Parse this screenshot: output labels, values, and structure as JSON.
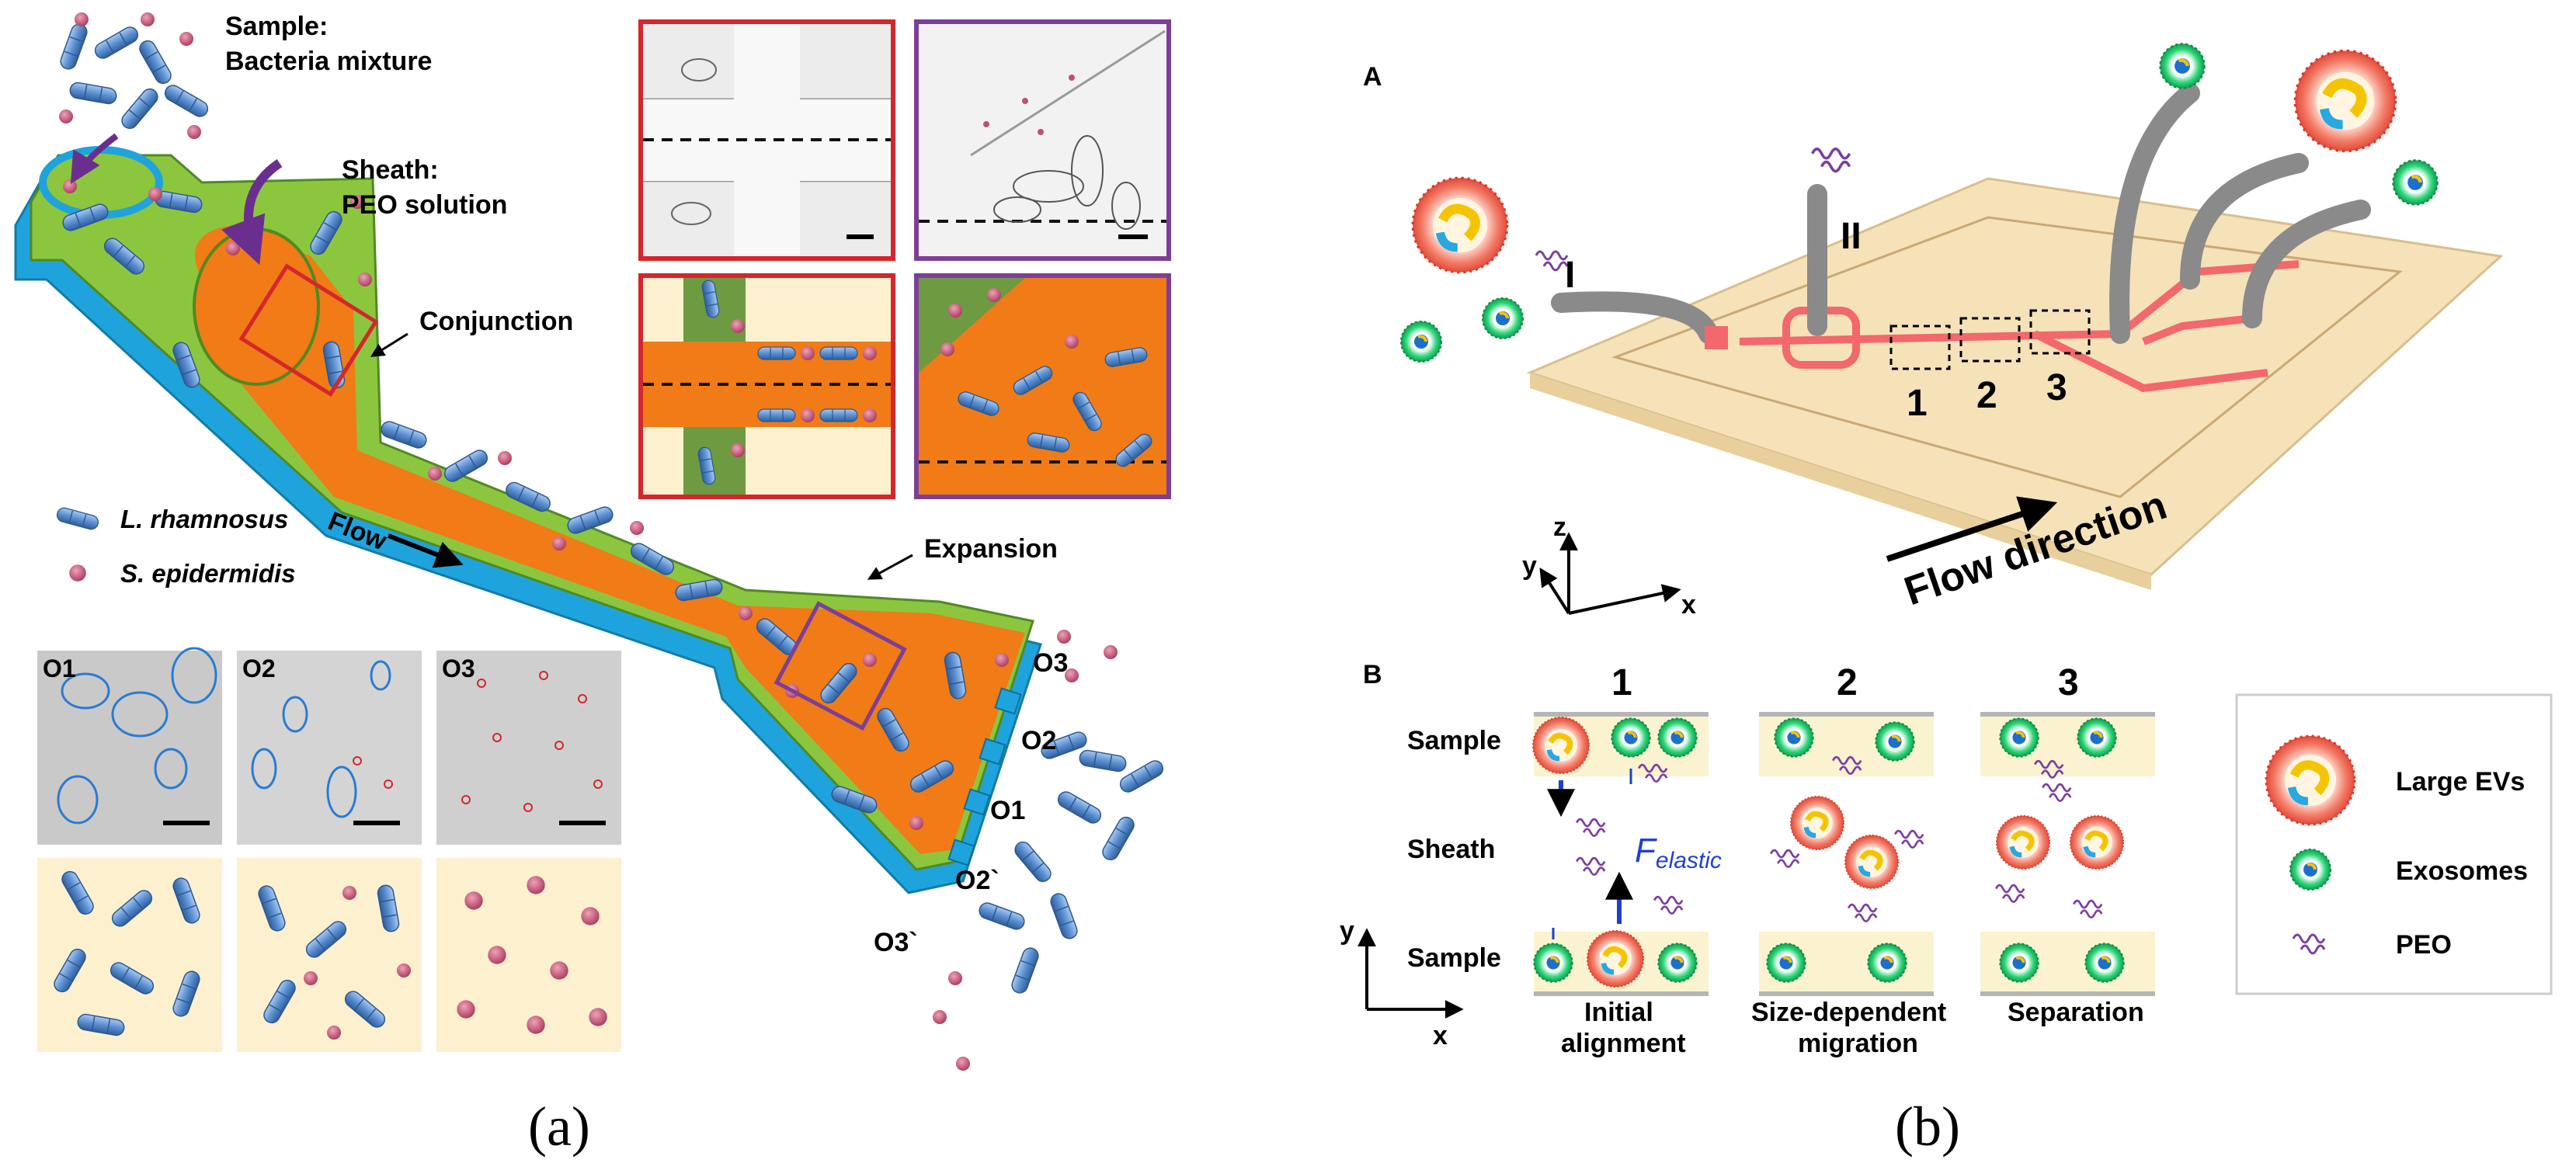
{
  "panel_a": {
    "caption": "(a)",
    "sample_title": "Sample:",
    "sample_sub": "Bacteria mixture",
    "sheath_title": "Sheath:",
    "sheath_sub": "PEO solution",
    "conjunction": "Conjunction",
    "expansion": "Expansion",
    "flow": "Flow",
    "legend": [
      {
        "name": "L. rhamnosus",
        "icon": "rod-bacterium-icon",
        "color": "#5b8fd1"
      },
      {
        "name": "S. epidermidis",
        "icon": "coccus-bacterium-icon",
        "color": "#c0506e"
      }
    ],
    "outlets_right": [
      "O3",
      "O2",
      "O1",
      "O2`",
      "O3`"
    ],
    "micrograph_labels": [
      "O1",
      "O2",
      "O3"
    ],
    "colors": {
      "sheath": "#f07b17",
      "sample_channel": "#8cc63f",
      "wall": "#1fa3dc",
      "conjunction_box": "#d4262c",
      "expansion_box": "#7c3f98",
      "cream": "#fdf0cf"
    }
  },
  "panel_b": {
    "caption": "(b)",
    "label_a": "A",
    "label_b": "B",
    "inlet_1": "I",
    "inlet_2": "II",
    "regions": [
      "1",
      "2",
      "3"
    ],
    "flow_direction": "Flow direction",
    "axes": {
      "x": "x",
      "y": "y",
      "z": "z"
    },
    "rows": [
      "Sample",
      "Sheath",
      "Sample"
    ],
    "force_main": "F",
    "force_sub": "elastic",
    "stage_titles": [
      "1",
      "2",
      "3"
    ],
    "stage_captions": [
      [
        "Initial",
        "alignment"
      ],
      [
        "Size-dependent",
        "migration"
      ],
      [
        "Separation"
      ]
    ],
    "legend": [
      {
        "name": "Large EVs",
        "icon": "large-ev-icon"
      },
      {
        "name": "Exosomes",
        "icon": "exosome-icon"
      },
      {
        "name": "PEO",
        "icon": "peo-polymer-icon"
      }
    ],
    "colors": {
      "chip_base": "#f6e2b8",
      "channel": "#f2686c",
      "exosome": "#1fcf6f",
      "ev_ring": "#f06d5c",
      "peo": "#7b3fa0",
      "force_arrow": "#1f3fd0"
    }
  }
}
